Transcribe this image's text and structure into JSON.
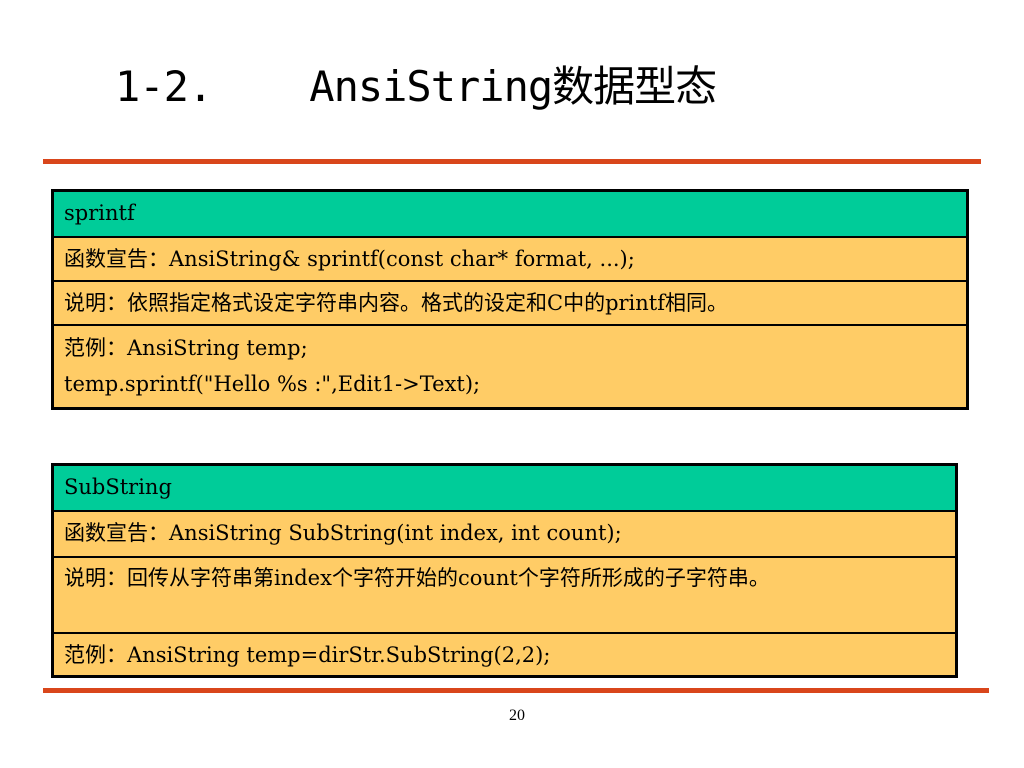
{
  "title": "1-2.    AnsiString数据型态",
  "table1": {
    "header": "sprintf",
    "declaration": "函数宣告：AnsiString& sprintf(const char* format, ...);",
    "description": "说明：依照指定格式设定字符串内容。格式的设定和C中的printf相同。",
    "example_line1": "范例：AnsiString temp;",
    "example_line2": "temp.sprintf(\"Hello %s :\",Edit1->Text);"
  },
  "table2": {
    "header": "SubString",
    "declaration": "函数宣告：AnsiString SubString(int index, int count);",
    "description": "说明：回传从字符串第index个字符开始的count个字符所形成的子字符串。",
    "example": "范例：AnsiString temp=dirStr.SubString(2,2);"
  },
  "page_number": "20",
  "colors": {
    "rule": "#d9461b",
    "header_fill": "#00cc99",
    "row_fill": "#ffcc66",
    "border": "#000000"
  }
}
